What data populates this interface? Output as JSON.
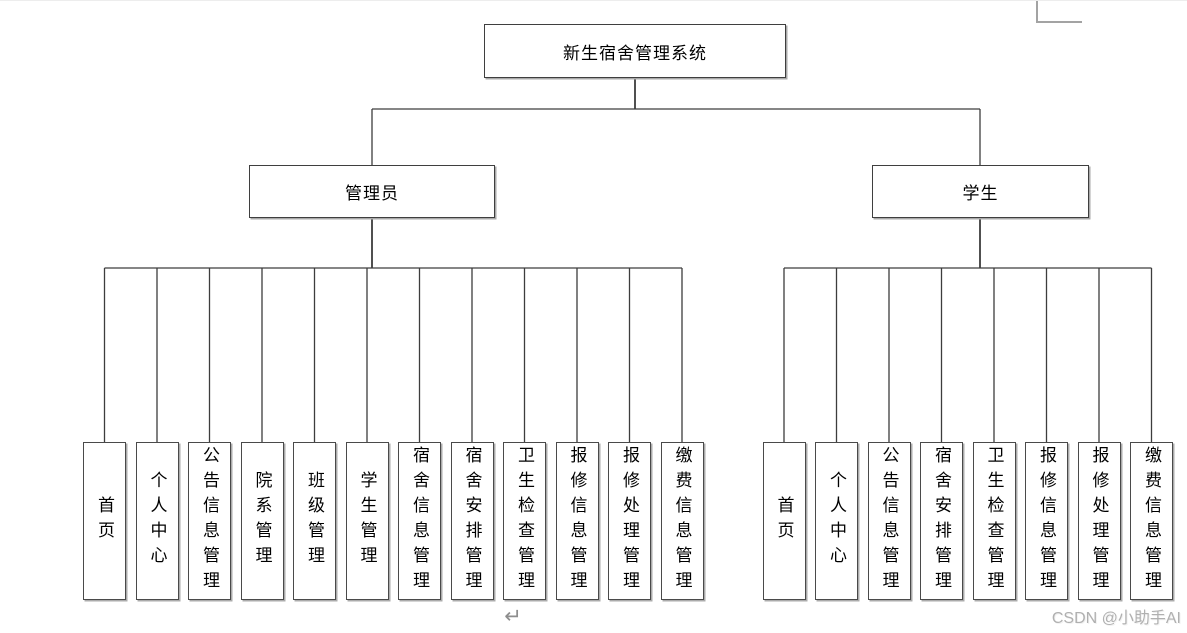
{
  "diagram": {
    "root": {
      "label": "新生宿舍管理系统"
    },
    "branches": [
      {
        "label": "管理员",
        "children": [
          "首页",
          "个人中心",
          "公告信息管理",
          "院系管理",
          "班级管理",
          "学生管理",
          "宿舍信息管理",
          "宿舍安排管理",
          "卫生检查管理",
          "报修信息管理",
          "报修处理管理",
          "缴费信息管理"
        ]
      },
      {
        "label": "学生",
        "children": [
          "首页",
          "个人中心",
          "公告信息管理",
          "宿舍安排管理",
          "卫生检查管理",
          "报修信息管理",
          "报修处理管理",
          "缴费信息管理"
        ]
      }
    ]
  },
  "annotations": {
    "return_mark": "↵",
    "watermark": "CSDN @小助手AI"
  },
  "colors": {
    "line": "#3d3d3d",
    "box_border": "#3f3f3f",
    "box_shadow": "#a9a9a9",
    "watermark": "#b0b0b0"
  }
}
